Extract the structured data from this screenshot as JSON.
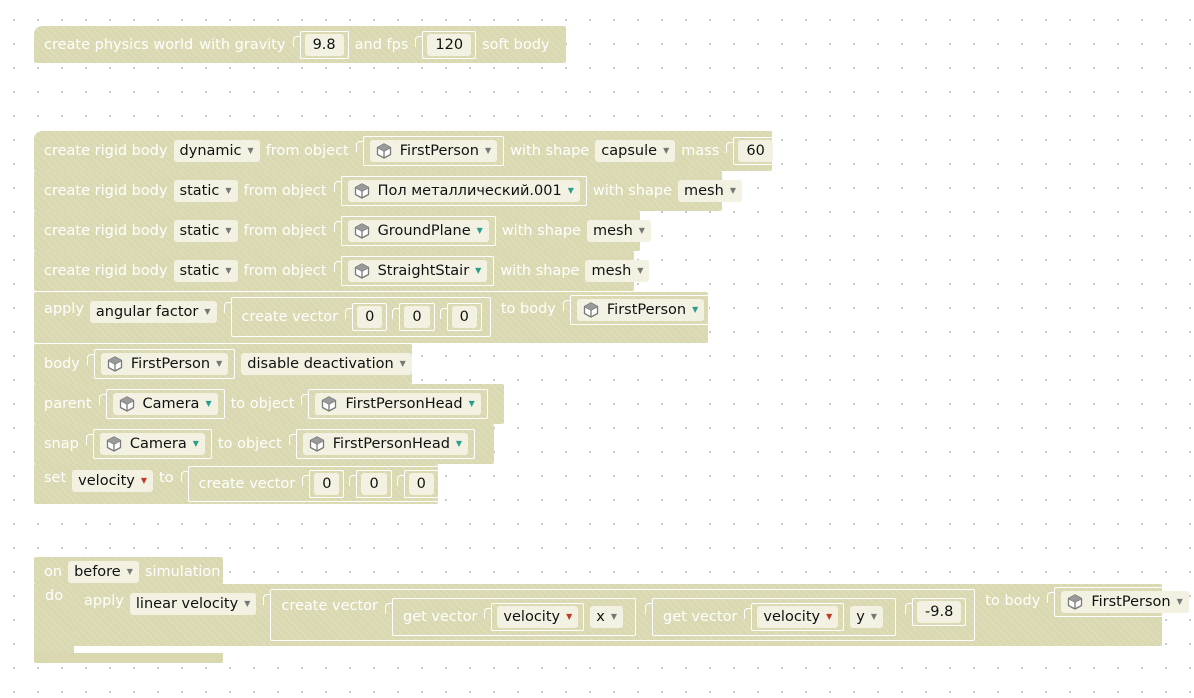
{
  "physics_world": {
    "label_create": "create physics world",
    "label_gravity": "with gravity",
    "gravity": "9.8",
    "label_fps": "and fps",
    "fps": "120",
    "label_soft": "soft body"
  },
  "rigid_bodies": [
    {
      "kw_create": "create rigid body",
      "type": "dynamic",
      "kw_from": "from object",
      "object": "FirstPerson",
      "kw_shape": "with shape",
      "shape": "capsule",
      "kw_mass": "mass",
      "mass": "60"
    },
    {
      "kw_create": "create rigid body",
      "type": "static",
      "kw_from": "from object",
      "object": "Пол металлический.001",
      "kw_shape": "with shape",
      "shape": "mesh"
    },
    {
      "kw_create": "create rigid body",
      "type": "static",
      "kw_from": "from object",
      "object": "GroundPlane",
      "kw_shape": "with shape",
      "shape": "mesh"
    },
    {
      "kw_create": "create rigid body",
      "type": "static",
      "kw_from": "from object",
      "object": "StraightStair",
      "kw_shape": "with shape",
      "shape": "mesh"
    }
  ],
  "apply_angular": {
    "kw_apply": "apply",
    "factor": "angular factor",
    "kw_vector": "create vector",
    "x": "0",
    "y": "0",
    "z": "0",
    "kw_to_body": "to body",
    "body": "FirstPerson"
  },
  "body_block": {
    "kw_body": "body",
    "object": "FirstPerson",
    "action": "disable deactivation"
  },
  "parent_block": {
    "kw_parent": "parent",
    "object": "Camera",
    "kw_to_object": "to object",
    "target": "FirstPersonHead"
  },
  "snap_block": {
    "kw_snap": "snap",
    "object": "Camera",
    "kw_to_object": "to object",
    "target": "FirstPersonHead"
  },
  "set_velocity": {
    "kw_set": "set",
    "property": "velocity",
    "kw_to": "to",
    "kw_vector": "create vector",
    "x": "0",
    "y": "0",
    "z": "0"
  },
  "event": {
    "kw_on": "on",
    "when": "before",
    "kw_sim": "simulation",
    "kw_do": "do",
    "kw_apply": "apply",
    "velocity_type": "linear velocity",
    "kw_vector": "create vector",
    "kw_get1": "get vector",
    "get1_prop": "velocity",
    "get1_axis": "x",
    "kw_get2": "get vector",
    "get2_prop": "velocity",
    "get2_axis": "y",
    "z_value": "-9.8",
    "kw_to_body": "to body",
    "body": "FirstPerson"
  },
  "colors": {
    "block": "#d9d8b0",
    "field": "#f3f2e2",
    "dropdown_arrow_red": "#c0392b",
    "dropdown_arrow_teal": "#2a9d8f"
  },
  "icons": {
    "object": "cube-icon"
  }
}
